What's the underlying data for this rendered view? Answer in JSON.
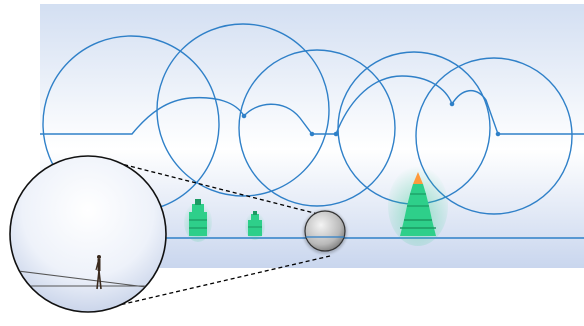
{
  "colors": {
    "page_background": "#ffffff",
    "viewport_gradient_top": "#d3dff2",
    "viewport_gradient_mid": "#ffffff",
    "viewport_gradient_bottom": "#c9d6ee",
    "trajectory_line": "#2f80c8",
    "ground_line": "#2f80c8",
    "structure_fill": "#2ecf8a",
    "structure_dark": "#1c9a63",
    "structure_tip": "#ff9a3c",
    "magnifier_stroke": "#000000",
    "callout_line": "#000000",
    "figure_fill": "#3a2a1e"
  },
  "elements": {
    "viewport": "3d-viewport-background",
    "loops": "looping-trajectory-circles",
    "ground": "ground-line",
    "structures": [
      "small-tower",
      "tiny-tower",
      "large-tower"
    ],
    "magnifier_target": "zoom-target-circle",
    "inset": "zoomed-inset-circle",
    "person": "scale-reference-person-icon"
  }
}
